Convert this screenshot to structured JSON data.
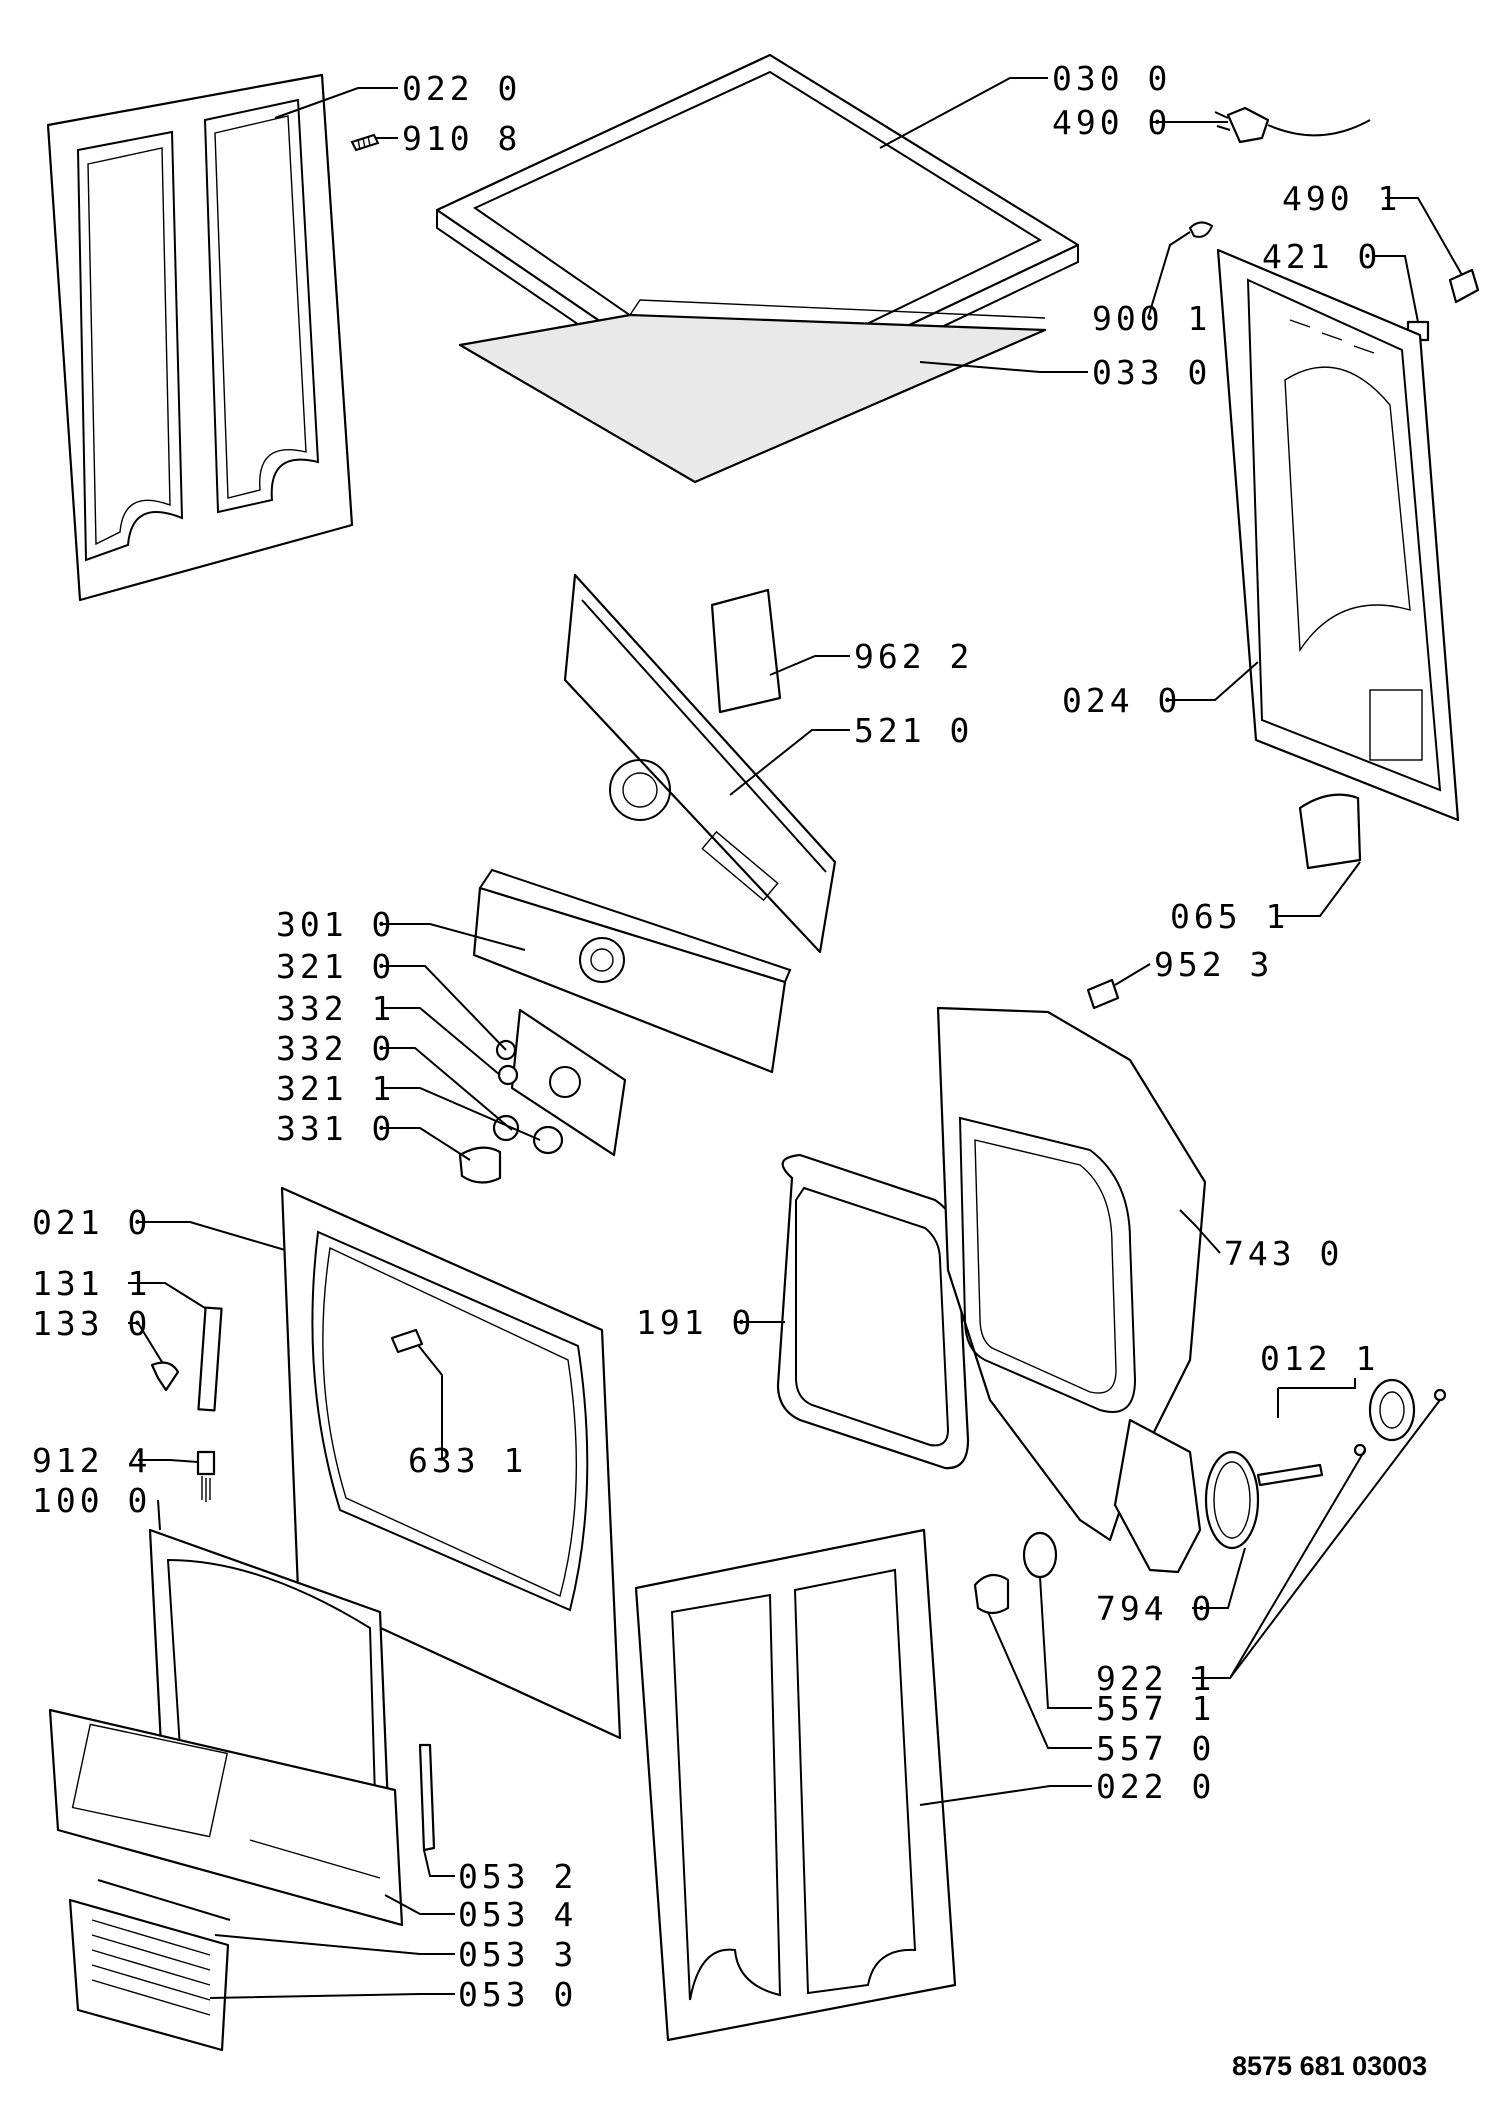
{
  "diagram": {
    "document_number": "8575 681 03003",
    "callouts": [
      {
        "id": "c01",
        "text": "022 0"
      },
      {
        "id": "c02",
        "text": "910 8"
      },
      {
        "id": "c03",
        "text": "030 0"
      },
      {
        "id": "c04",
        "text": "490 0"
      },
      {
        "id": "c05",
        "text": "490 1"
      },
      {
        "id": "c06",
        "text": "421 0"
      },
      {
        "id": "c07",
        "text": "900 1"
      },
      {
        "id": "c08",
        "text": "033 0"
      },
      {
        "id": "c09",
        "text": "962 2"
      },
      {
        "id": "c10",
        "text": "024 0"
      },
      {
        "id": "c11",
        "text": "521 0"
      },
      {
        "id": "c12",
        "text": "065 1"
      },
      {
        "id": "c13",
        "text": "301 0"
      },
      {
        "id": "c14",
        "text": "952 3"
      },
      {
        "id": "c15",
        "text": "321 0"
      },
      {
        "id": "c16",
        "text": "332 1"
      },
      {
        "id": "c17",
        "text": "332 0"
      },
      {
        "id": "c18",
        "text": "321 1"
      },
      {
        "id": "c19",
        "text": "331 0"
      },
      {
        "id": "c20",
        "text": "021 0"
      },
      {
        "id": "c21",
        "text": "743 0"
      },
      {
        "id": "c22",
        "text": "131 1"
      },
      {
        "id": "c23",
        "text": "133 0"
      },
      {
        "id": "c24",
        "text": "191 0"
      },
      {
        "id": "c25",
        "text": "012 1"
      },
      {
        "id": "c26",
        "text": "912 4"
      },
      {
        "id": "c27",
        "text": "633 1"
      },
      {
        "id": "c28",
        "text": "100 0"
      },
      {
        "id": "c29",
        "text": "794 0"
      },
      {
        "id": "c30",
        "text": "922 1"
      },
      {
        "id": "c31",
        "text": "557 1"
      },
      {
        "id": "c32",
        "text": "557 0"
      },
      {
        "id": "c33",
        "text": "022 0"
      },
      {
        "id": "c34",
        "text": "053 2"
      },
      {
        "id": "c35",
        "text": "053 4"
      },
      {
        "id": "c36",
        "text": "053 3"
      },
      {
        "id": "c37",
        "text": "053 0"
      }
    ]
  }
}
